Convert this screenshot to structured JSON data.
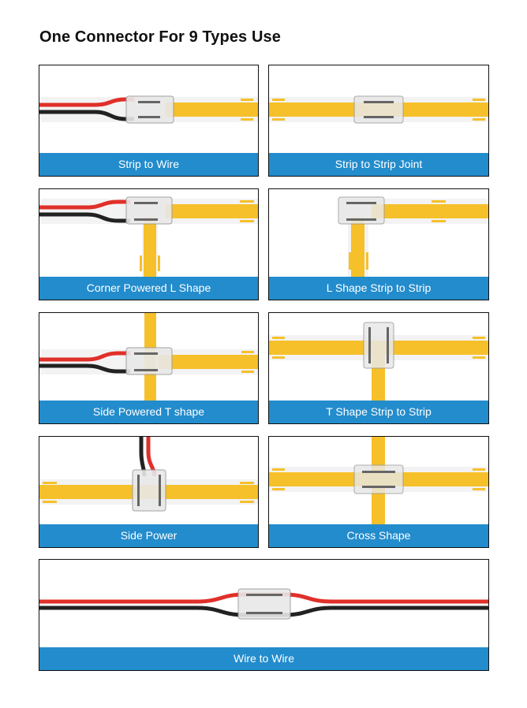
{
  "page": {
    "title": "One Connector For 9 Types Use"
  },
  "cards": [
    {
      "caption": "Strip to Wire"
    },
    {
      "caption": "Strip to Strip Joint"
    },
    {
      "caption": "Corner Powered L Shape"
    },
    {
      "caption": "L Shape Strip to Strip"
    },
    {
      "caption": "Side Powered T shape"
    },
    {
      "caption": "T Shape Strip to Strip"
    },
    {
      "caption": "Side Power"
    },
    {
      "caption": "Cross Shape"
    },
    {
      "caption": "Wire to Wire"
    }
  ],
  "colors": {
    "caption_bg": "#238ccc",
    "strip": "#f6c02a",
    "wire_red": "#e0302a",
    "wire_black": "#222222"
  }
}
